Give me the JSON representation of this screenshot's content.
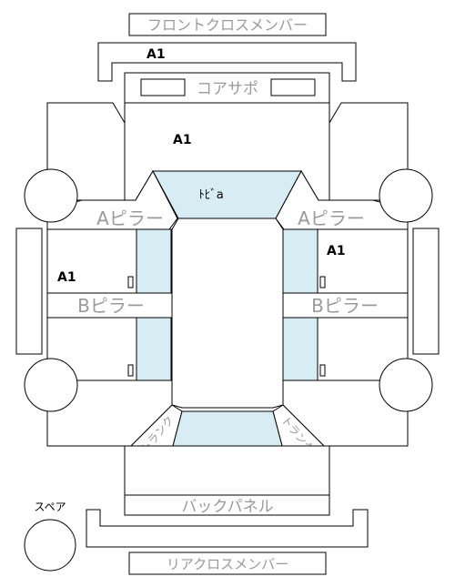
{
  "labels": {
    "front_cross_member": "フロントクロスメンバー",
    "core_support": "コアサポ",
    "roof": "ﾄﾋﾞa",
    "a_pillar": "Aピラー",
    "b_pillar": "Bピラー",
    "back_panel": "バックパネル",
    "spare": "スペア",
    "rear_cross_member": "リアクロスメンバー",
    "trunk_left": "トランク",
    "trunk_right": "トランク"
  },
  "codes": {
    "front_member": "A1",
    "hood": "A1",
    "right_front_door": "A1",
    "left_front_door": "A1"
  },
  "colors": {
    "glass": "#d7ecf3",
    "label_grey": "#9a9a9a"
  }
}
